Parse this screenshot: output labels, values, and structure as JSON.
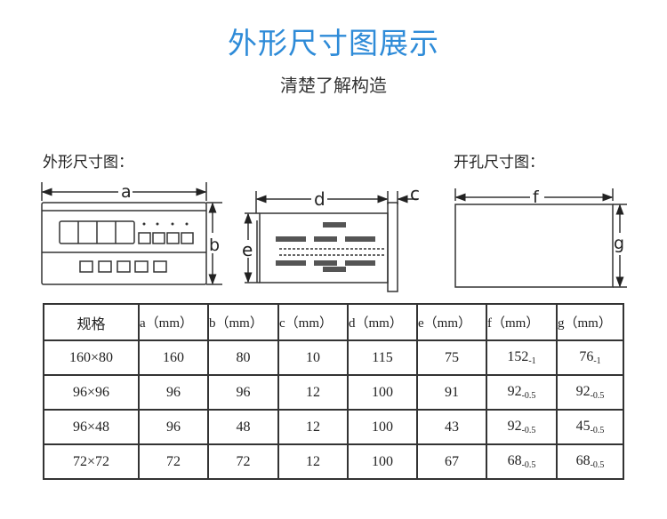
{
  "title": "外形尺寸图展示",
  "subtitle": "清楚了解构造",
  "outline_label": "外形尺寸图：",
  "cutout_label": "开孔尺寸图：",
  "dimension_labels": {
    "a": "a",
    "b": "b",
    "c": "c",
    "d": "d",
    "e": "e",
    "f": "f",
    "g": "g"
  },
  "table": {
    "headers": [
      "规格",
      "a（mm）",
      "b（mm）",
      "c（mm）",
      "d（mm）",
      "e（mm）",
      "f（mm）",
      "g（mm）"
    ],
    "rows": [
      {
        "spec": "160×80",
        "a": "160",
        "b": "80",
        "c": "10",
        "d": "115",
        "e": "75",
        "f": "152",
        "f_tol": "-1",
        "g": "76",
        "g_tol": "-1"
      },
      {
        "spec": "96×96",
        "a": "96",
        "b": "96",
        "c": "12",
        "d": "100",
        "e": "91",
        "f": "92",
        "f_tol": "-0.5",
        "g": "92",
        "g_tol": "-0.5"
      },
      {
        "spec": "96×48",
        "a": "96",
        "b": "48",
        "c": "12",
        "d": "100",
        "e": "43",
        "f": "92",
        "f_tol": "-0.5",
        "g": "45",
        "g_tol": "-0.5"
      },
      {
        "spec": "72×72",
        "a": "72",
        "b": "72",
        "c": "12",
        "d": "100",
        "e": "67",
        "f": "68",
        "f_tol": "-0.5",
        "g": "68",
        "g_tol": "-0.5"
      }
    ]
  }
}
